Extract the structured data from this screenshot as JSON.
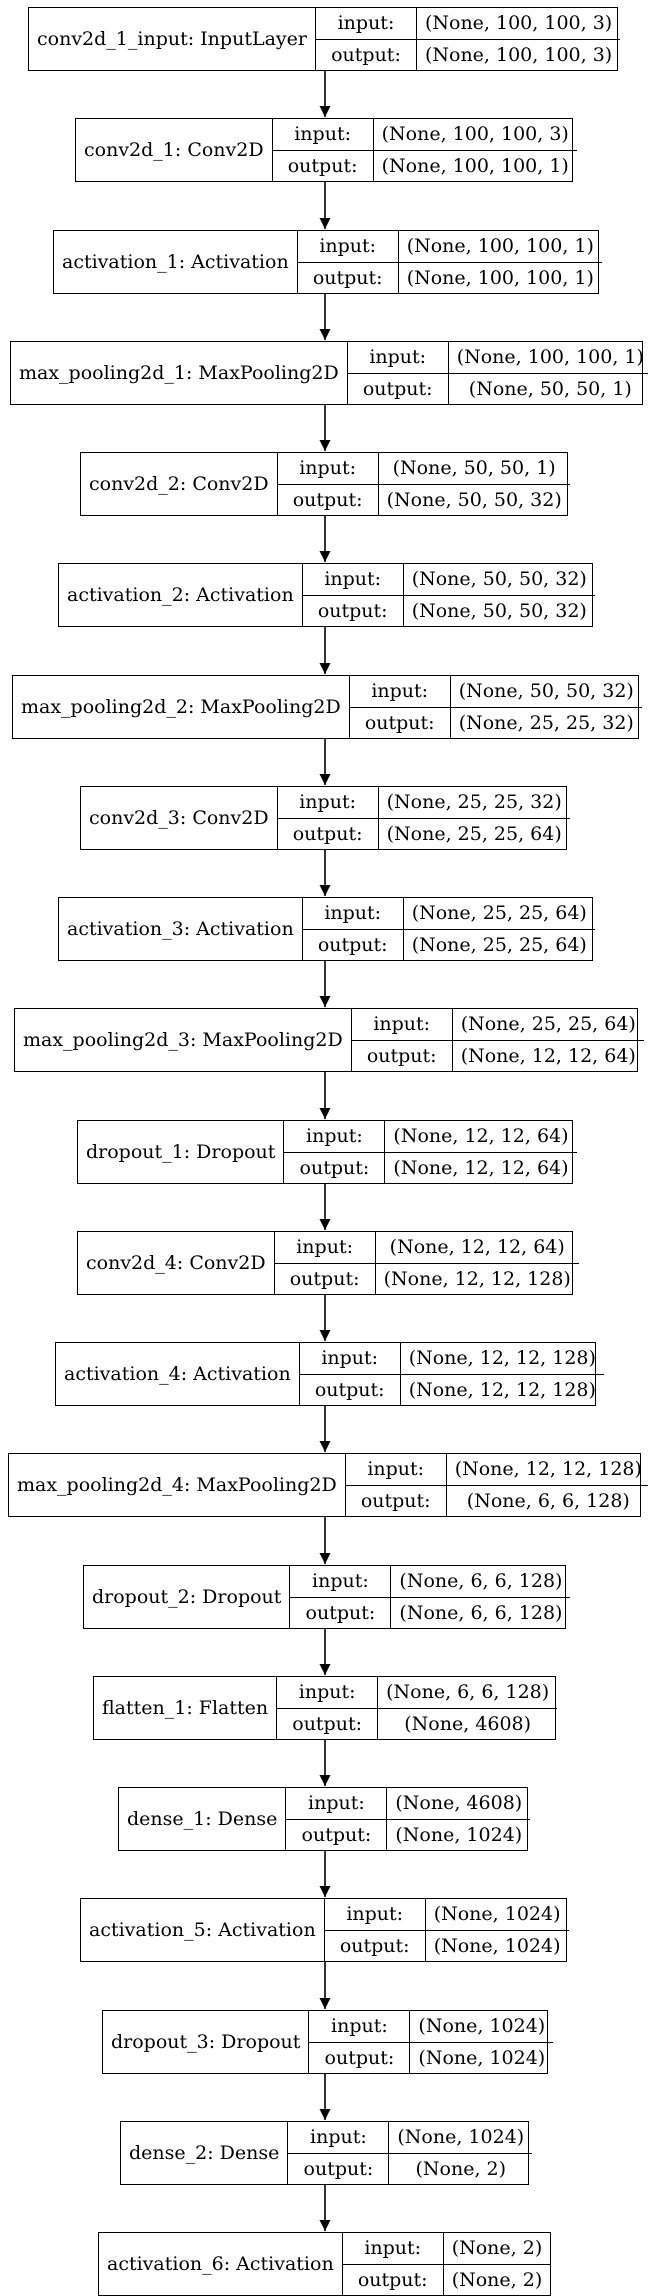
{
  "layers": [
    {
      "name": "conv2d_1_input: InputLayer",
      "input": "(None, 100, 100, 3)",
      "output": "(None, 100, 100, 3)"
    },
    {
      "name": "conv2d_1: Conv2D",
      "input": "(None, 100, 100, 3)",
      "output": "(None, 100, 100, 1)"
    },
    {
      "name": "activation_1: Activation",
      "input": "(None, 100, 100, 1)",
      "output": "(None, 100, 100, 1)"
    },
    {
      "name": "max_pooling2d_1: MaxPooling2D",
      "input": "(None, 100, 100, 1)",
      "output": "(None, 50, 50, 1)"
    },
    {
      "name": "conv2d_2: Conv2D",
      "input": "(None, 50, 50, 1)",
      "output": "(None, 50, 50, 32)"
    },
    {
      "name": "activation_2: Activation",
      "input": "(None, 50, 50, 32)",
      "output": "(None, 50, 50, 32)"
    },
    {
      "name": "max_pooling2d_2: MaxPooling2D",
      "input": "(None, 50, 50, 32)",
      "output": "(None, 25, 25, 32)"
    },
    {
      "name": "conv2d_3: Conv2D",
      "input": "(None, 25, 25, 32)",
      "output": "(None, 25, 25, 64)"
    },
    {
      "name": "activation_3: Activation",
      "input": "(None, 25, 25, 64)",
      "output": "(None, 25, 25, 64)"
    },
    {
      "name": "max_pooling2d_3: MaxPooling2D",
      "input": "(None, 25, 25, 64)",
      "output": "(None, 12, 12, 64)"
    },
    {
      "name": "dropout_1: Dropout",
      "input": "(None, 12, 12, 64)",
      "output": "(None, 12, 12, 64)"
    },
    {
      "name": "conv2d_4: Conv2D",
      "input": "(None, 12, 12, 64)",
      "output": "(None, 12, 12, 128)"
    },
    {
      "name": "activation_4: Activation",
      "input": "(None, 12, 12, 128)",
      "output": "(None, 12, 12, 128)"
    },
    {
      "name": "max_pooling2d_4: MaxPooling2D",
      "input": "(None, 12, 12, 128)",
      "output": "(None, 6, 6, 128)"
    },
    {
      "name": "dropout_2: Dropout",
      "input": "(None, 6, 6, 128)",
      "output": "(None, 6, 6, 128)"
    },
    {
      "name": "flatten_1: Flatten",
      "input": "(None, 6, 6, 128)",
      "output": "(None, 4608)"
    },
    {
      "name": "dense_1: Dense",
      "input": "(None, 4608)",
      "output": "(None, 1024)"
    },
    {
      "name": "activation_5: Activation",
      "input": "(None, 1024)",
      "output": "(None, 1024)"
    },
    {
      "name": "dropout_3: Dropout",
      "input": "(None, 1024)",
      "output": "(None, 1024)"
    },
    {
      "name": "dense_2: Dense",
      "input": "(None, 1024)",
      "output": "(None, 2)"
    },
    {
      "name": "activation_6: Activation",
      "input": "(None, 2)",
      "output": "(None, 2)"
    }
  ],
  "labels": {
    "input": "input:",
    "output": "output:"
  },
  "colors": {
    "stroke": "#000000",
    "background": "#ffffff"
  }
}
